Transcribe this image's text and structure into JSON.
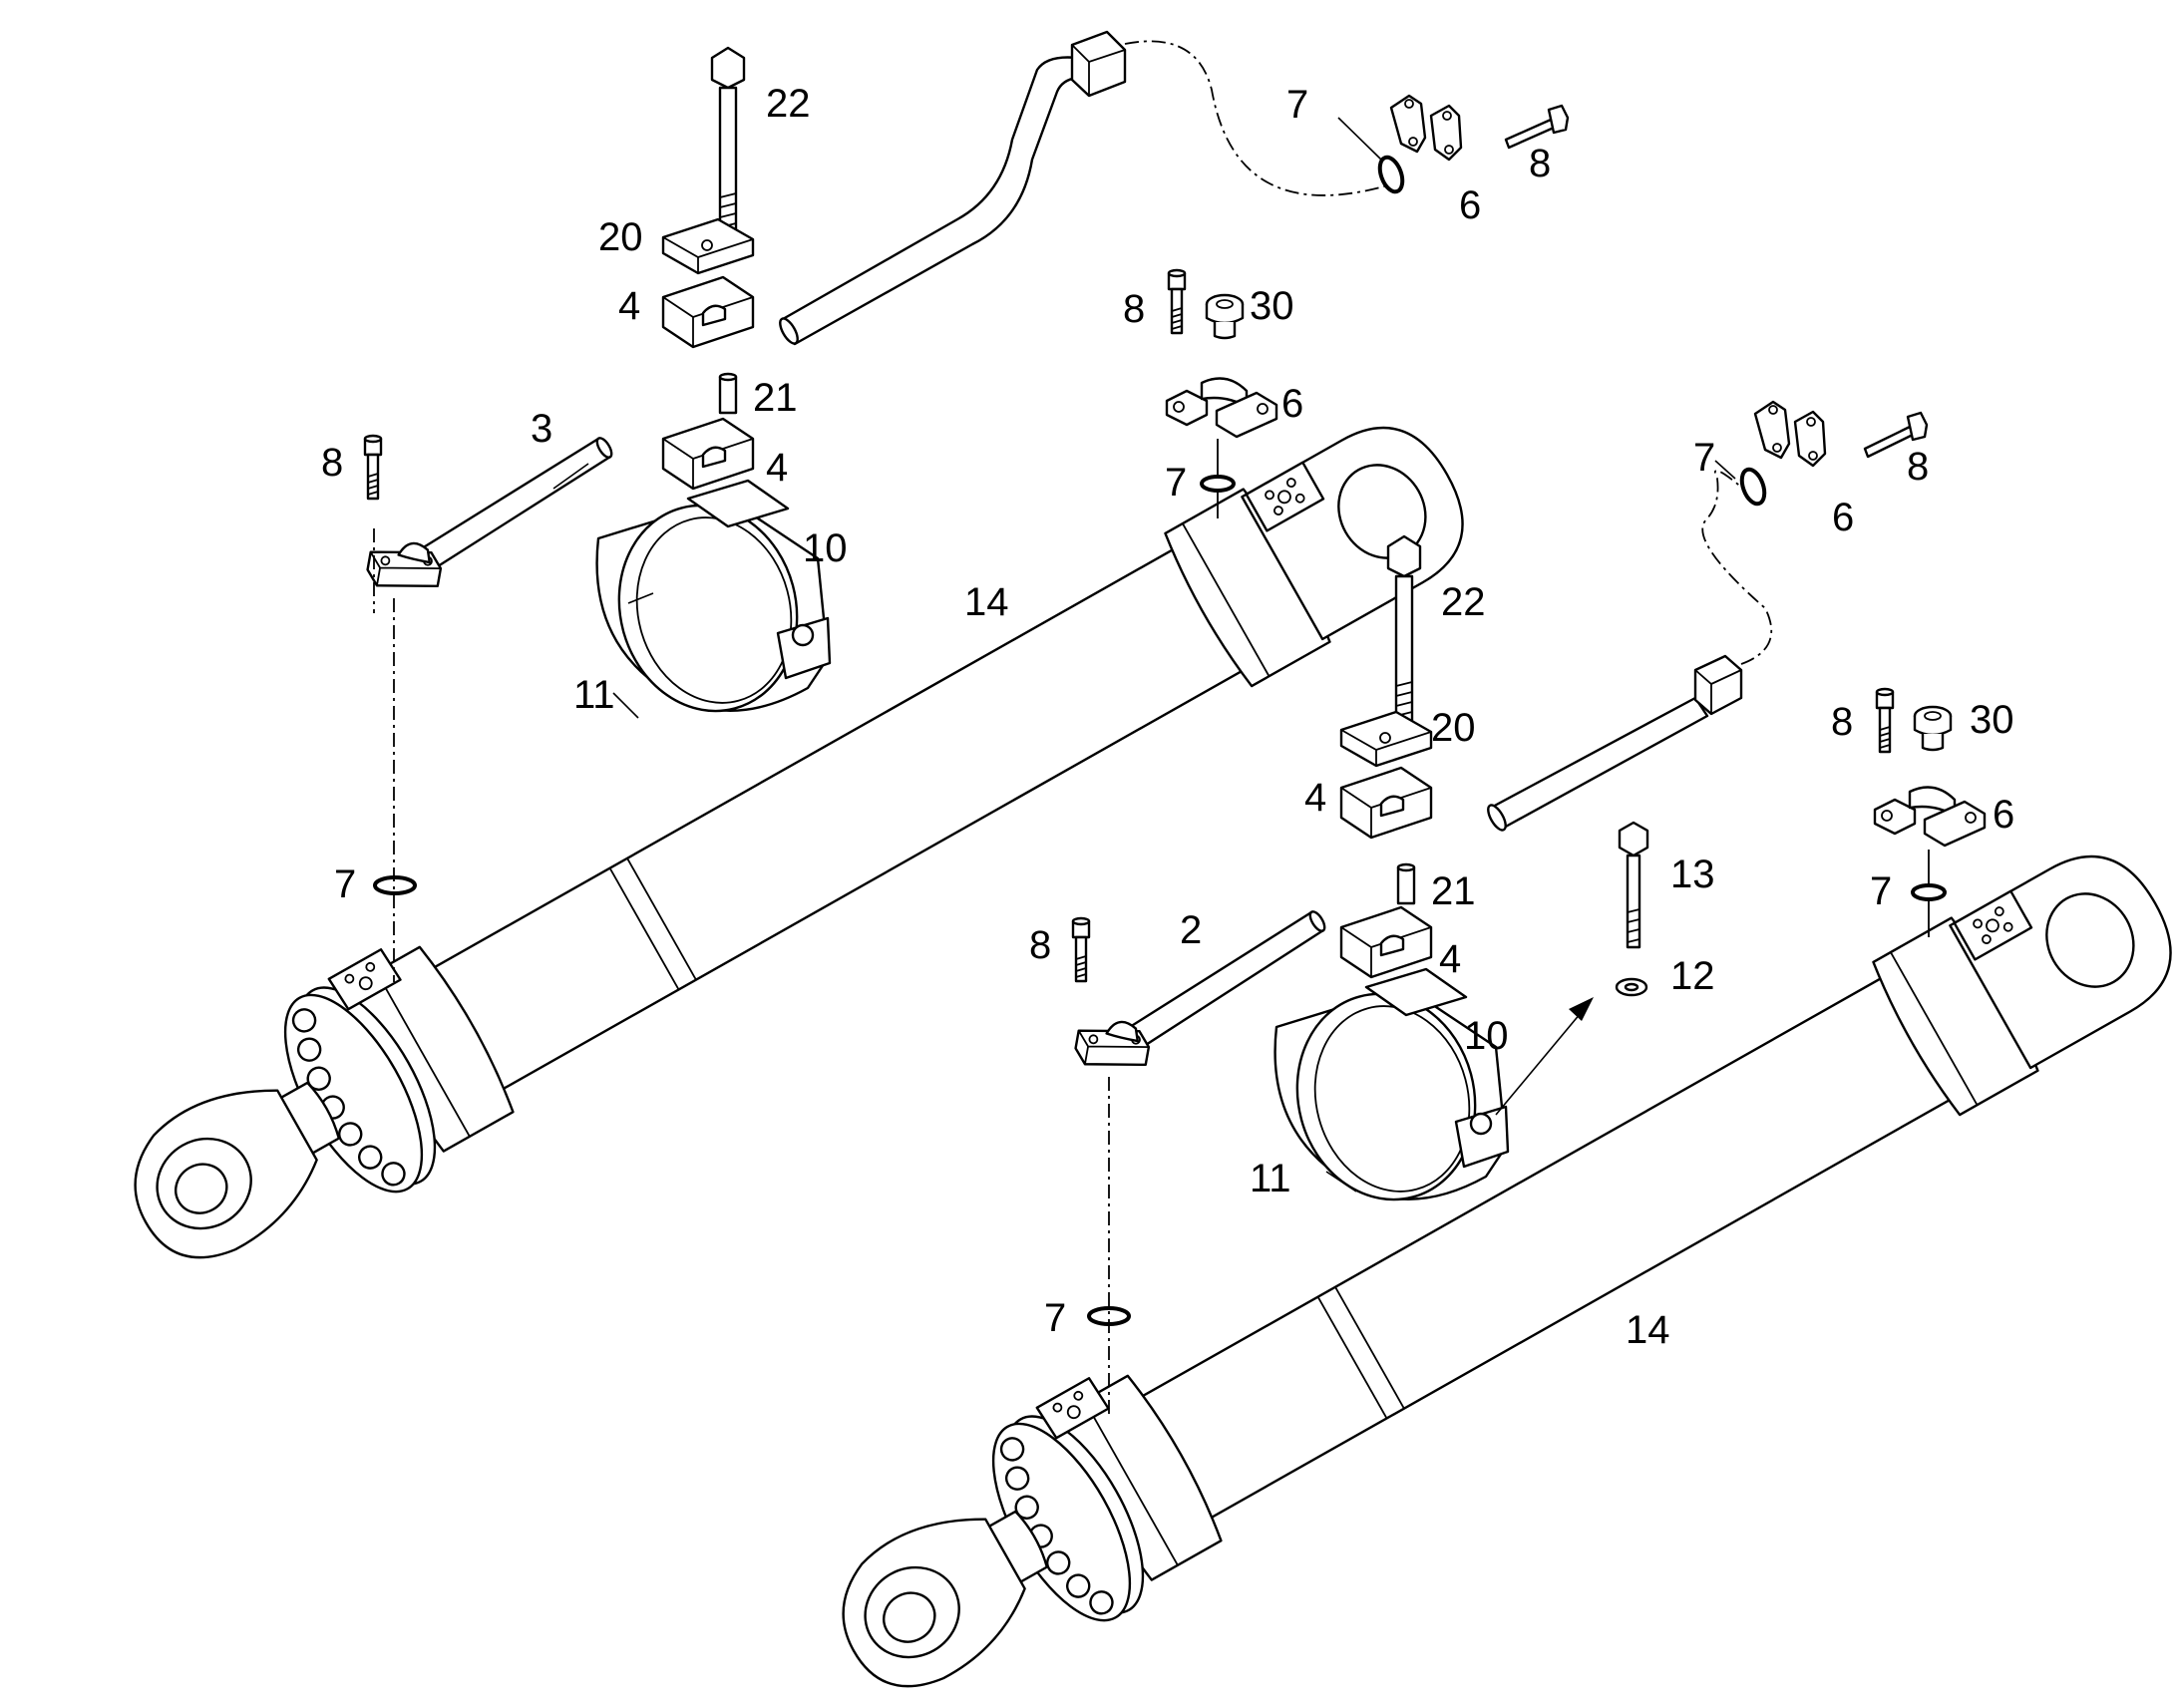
{
  "diagram": {
    "callouts": {
      "upper_assembly": {
        "bolt_22": "22",
        "plate_20": "20",
        "clamp_half_4_top": "4",
        "sleeve_21": "21",
        "clamp_half_4_bottom": "4",
        "bracket_10": "10",
        "bracket_11": "11",
        "pipe_3": "3",
        "screw_8_left": "8",
        "oring_7_left": "7",
        "screw_8_top": "8",
        "plug_30": "30",
        "flange_6": "6",
        "oring_7_top": "7",
        "cylinder_14": "14",
        "oring_7_far": "7",
        "flange_6_far": "6",
        "screw_8_far": "8"
      },
      "lower_assembly": {
        "bolt_22": "22",
        "plate_20": "20",
        "clamp_half_4_top": "4",
        "sleeve_21": "21",
        "clamp_half_4_bottom": "4",
        "bracket_10": "10",
        "bracket_11": "11",
        "pipe_2": "2",
        "screw_8_left": "8",
        "oring_7_left": "7",
        "screw_8_top": "8",
        "plug_30": "30",
        "flange_6": "6",
        "oring_7_top": "7",
        "cylinder_14": "14",
        "oring_7_far": "7",
        "flange_6_far": "6",
        "screw_8_far": "8",
        "bolt_13": "13",
        "washer_12": "12"
      }
    }
  }
}
